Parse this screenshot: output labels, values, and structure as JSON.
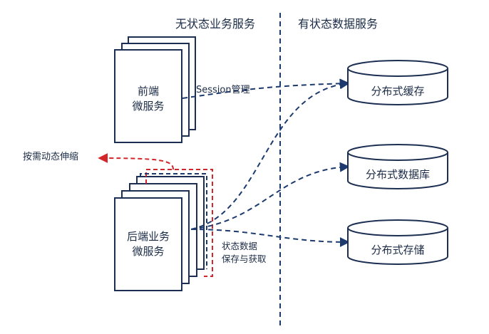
{
  "headers": {
    "stateless": "无状态业务服务",
    "stateful": "有状态数据服务"
  },
  "frontend": {
    "line1": "前端",
    "line2": "微服务"
  },
  "backend": {
    "line1": "后端业务",
    "line2": "微服务"
  },
  "databases": {
    "cache": "分布式缓存",
    "database": "分布式数据库",
    "storage": "分布式存储"
  },
  "edges": {
    "session": "Session管理",
    "scaling": "按需动态伸缩",
    "state_line1": "状态数据",
    "state_line2": "保存与获取"
  },
  "colors": {
    "line": "#1c3a6e",
    "scaling": "#d4252a",
    "divider": "#1c3a6e",
    "stroke": "#1c2f52"
  }
}
